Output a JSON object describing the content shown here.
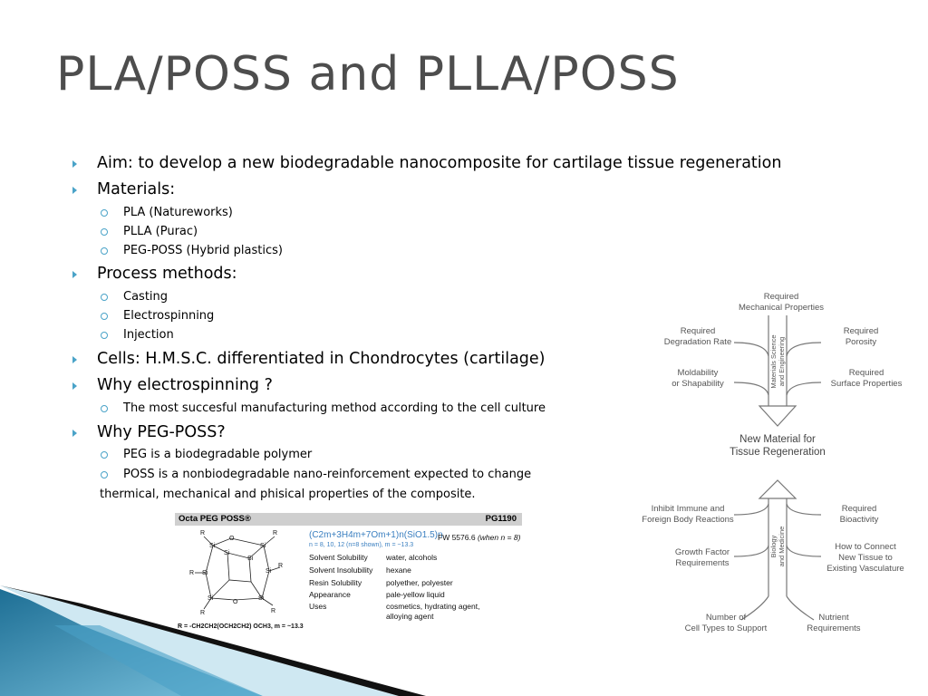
{
  "title": "PLA/POSS and PLLA/POSS",
  "bullets": {
    "aim": "Aim: to develop a new biodegradable nanocomposite for cartilage tissue regeneration",
    "materials": "Materials:",
    "materials_items": [
      "PLA (Natureworks)",
      "PLLA (Purac)",
      "PEG-POSS (Hybrid plastics)"
    ],
    "process": "Process methods",
    "process_colon": ":",
    "process_items": [
      "Casting",
      "Electrospinning",
      "Injection"
    ],
    "cells": "Cells: H.M.S.C. differentiated in Chondrocytes (cartilage)",
    "why_electro": "Why electrospinning ?",
    "why_electro_items": [
      "The most succesful manufacturing method according to the cell culture"
    ],
    "why_peg": "Why PEG-POSS?",
    "why_peg_items": [
      "PEG is a biodegradable polymer",
      "POSS is a nonbiodegradable nano-reinforcement expected to change"
    ],
    "why_peg_continuation": "thermical, mechanical and phisical properties of the composite."
  },
  "poss_table": {
    "name": "Octa PEG POSS®",
    "code": "PG1190",
    "formula": "(C2m+3H4m+7Om+1)n(SiO1.5)n",
    "fw": "FW 5576.6",
    "fw_note": "(when n = 8)",
    "n_note": "n = 8, 10, 12 (n=8 shown), m = ~13.3",
    "rows": [
      {
        "label": "Solvent Solubility",
        "value": "water, alcohols"
      },
      {
        "label": "Solvent Insolubility",
        "value": "hexane"
      },
      {
        "label": "Resin Solubility",
        "value": "polyether, polyester"
      },
      {
        "label": "Appearance",
        "value": "pale-yellow liquid"
      },
      {
        "label": "Uses",
        "value": "cosmetics, hydrating agent,"
      },
      {
        "label": "",
        "value": "alloying agent"
      }
    ],
    "r_def": "R = -CH2CH2(OCH2CH2) OCH3, m = ~13.3"
  },
  "diagram": {
    "top": [
      "Required",
      "Mechanical Properties"
    ],
    "left_top": [
      "Required",
      "Degradation Rate"
    ],
    "right_top": [
      "Required",
      "Porosity"
    ],
    "left_mid": [
      "Moldability",
      "or Shapability"
    ],
    "right_mid": [
      "Required",
      "Surface Properties"
    ],
    "axis_top": [
      "Materials Science",
      "and Engineering"
    ],
    "center": [
      "New Material for",
      "Tissue Regeneration"
    ],
    "left_low1": [
      "Inhibit Immune and",
      "Foreign Body Reactions"
    ],
    "right_low1": [
      "Required",
      "Bioactivity"
    ],
    "left_low2": [
      "Growth Factor",
      "Requirements"
    ],
    "right_low2": [
      "How to Connect",
      "New Tissue to",
      "Existing Vasculature"
    ],
    "axis_bottom": [
      "Biology",
      "and Medicine"
    ],
    "bottom_left": [
      "Number of",
      "Cell Types to Support"
    ],
    "bottom_right": [
      "Nutrient",
      "Requirements"
    ]
  },
  "colors": {
    "title": "#4d4d4d",
    "bullet": "#4aa3c8",
    "decor_blue": "#3e8fb3"
  }
}
